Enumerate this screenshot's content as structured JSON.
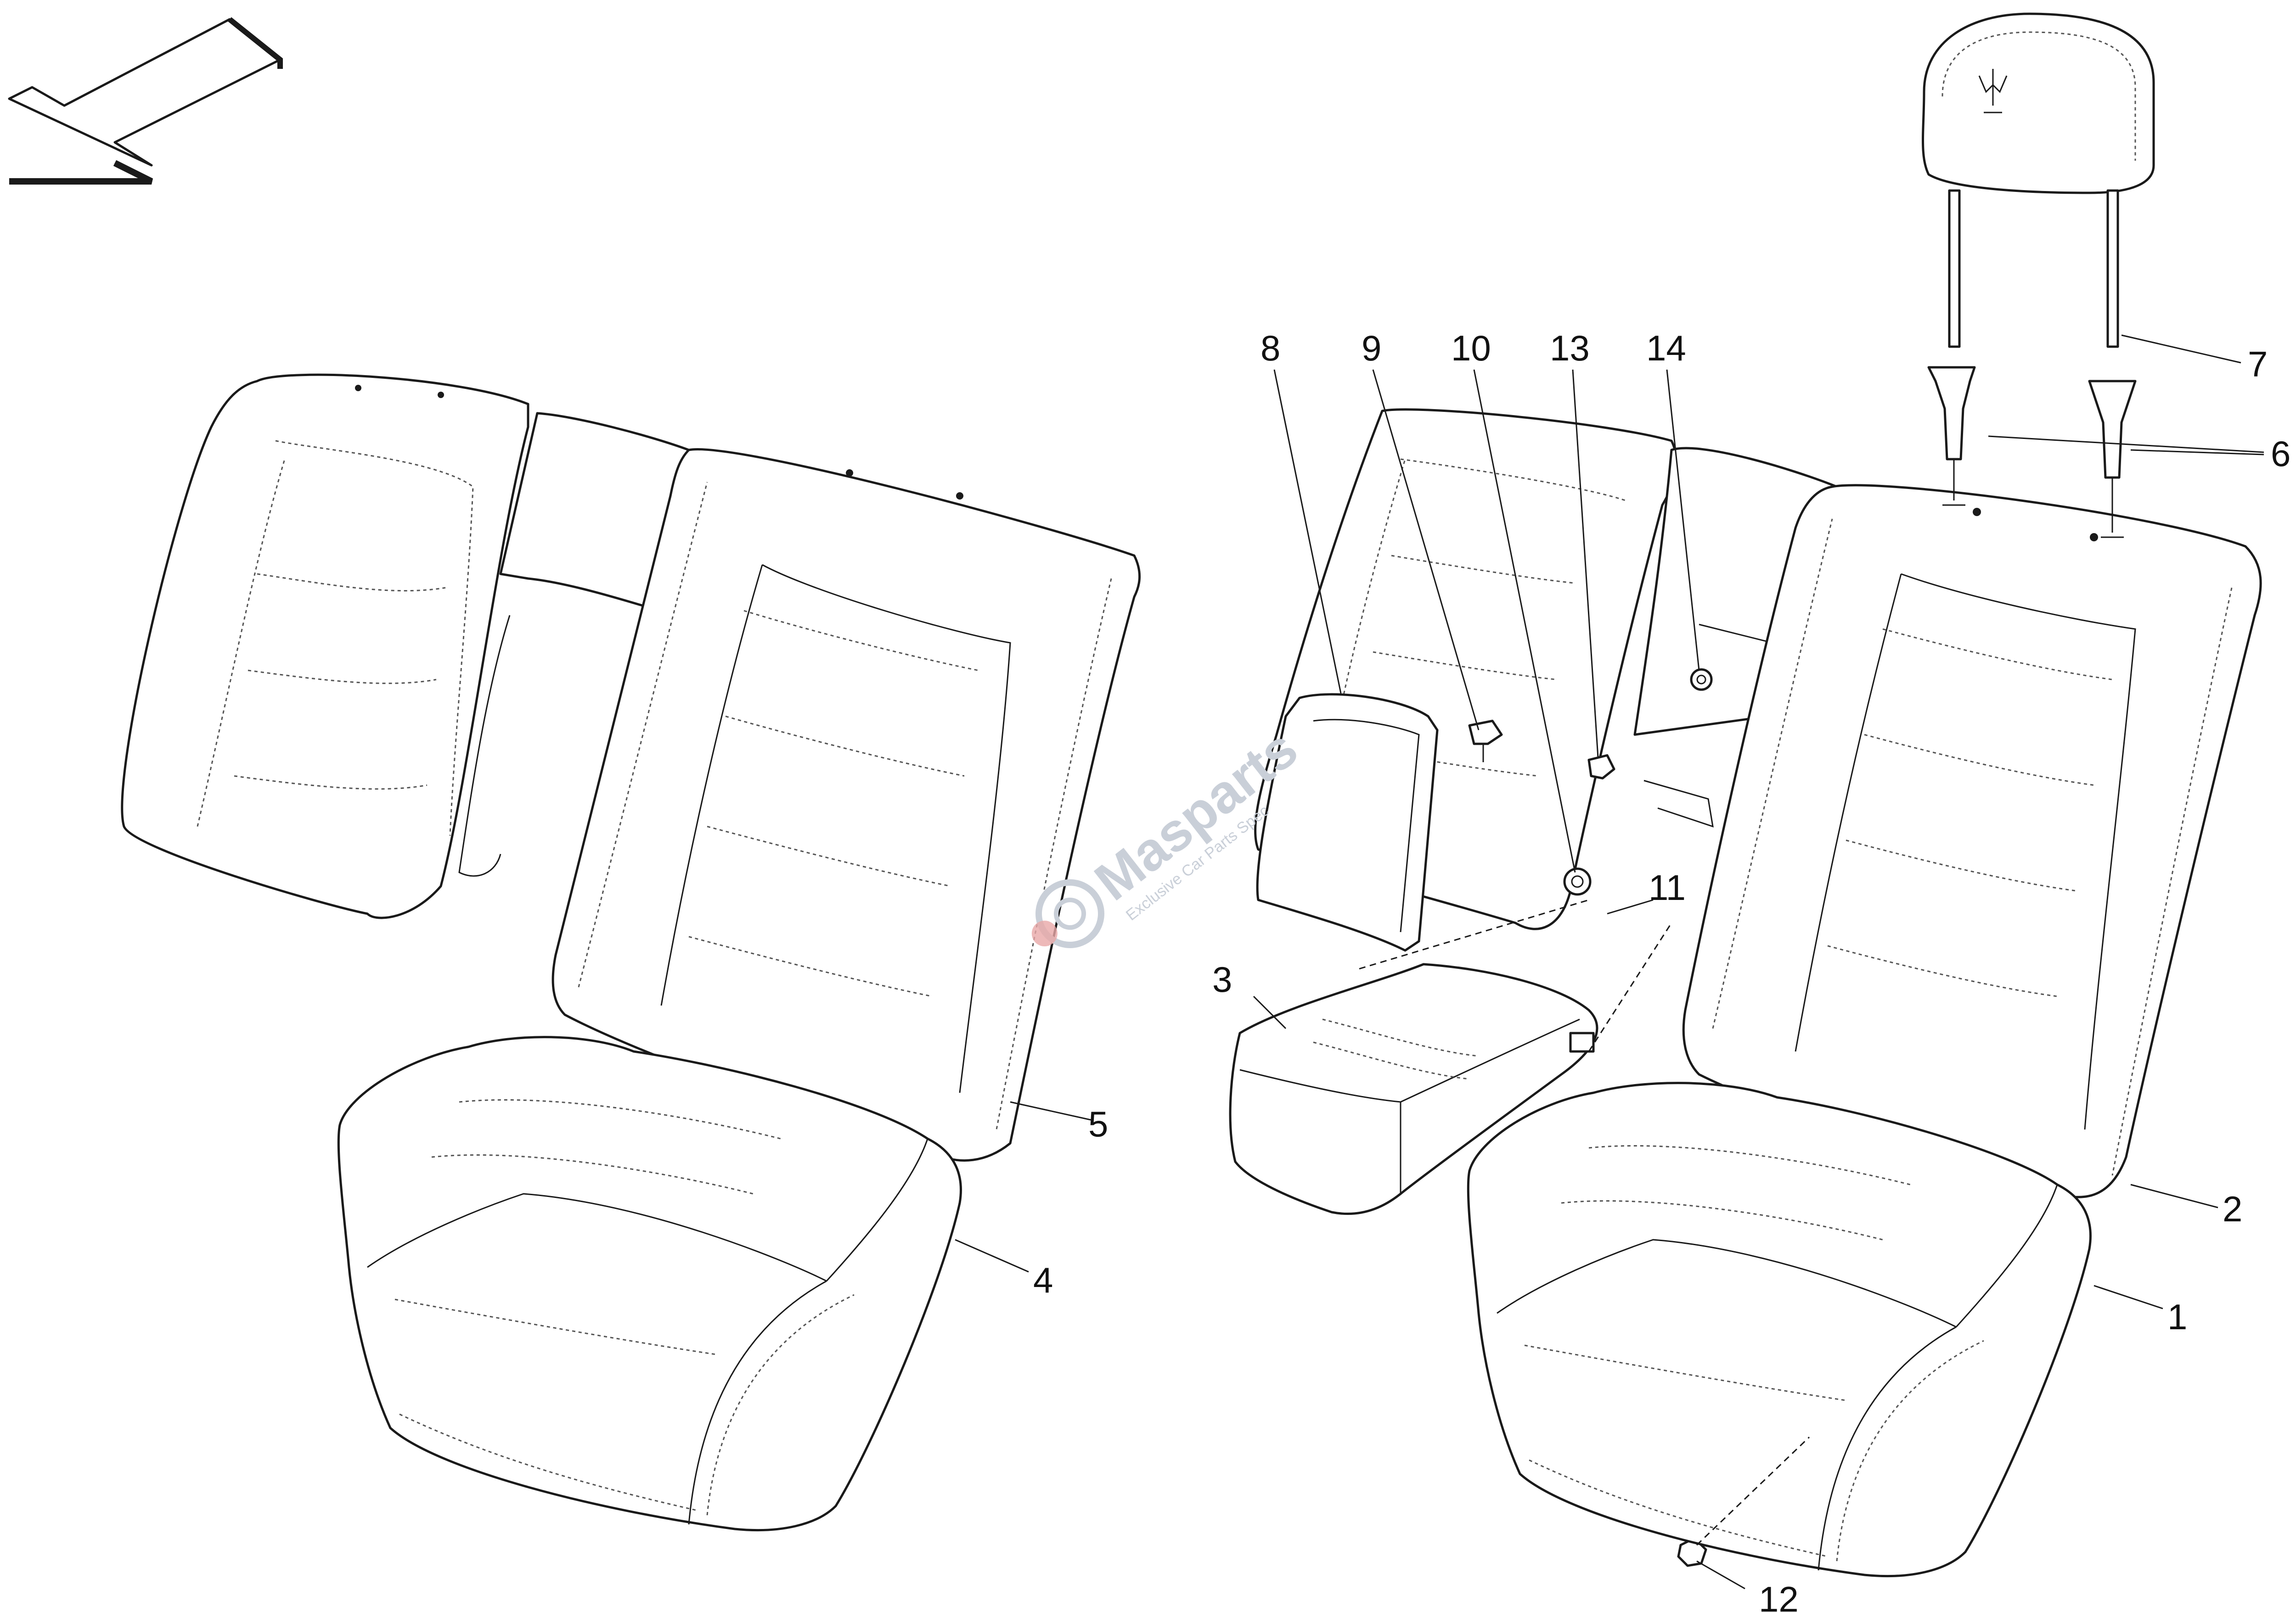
{
  "callouts": {
    "c1": "1",
    "c2": "2",
    "c3": "3",
    "c4": "4",
    "c5": "5",
    "c6": "6",
    "c7": "7",
    "c8": "8",
    "c9": "9",
    "c10": "10",
    "c11": "11",
    "c12": "12",
    "c13": "13",
    "c14": "14"
  },
  "watermark": {
    "brand": "Masparts",
    "tagline": "Exclusive Car Parts Spec",
    "color": "#c9cfd8",
    "accent": "#e8a8a8"
  },
  "icons": {
    "direction": "direction-arrow-icon",
    "emblem": "trident-emblem-icon"
  }
}
